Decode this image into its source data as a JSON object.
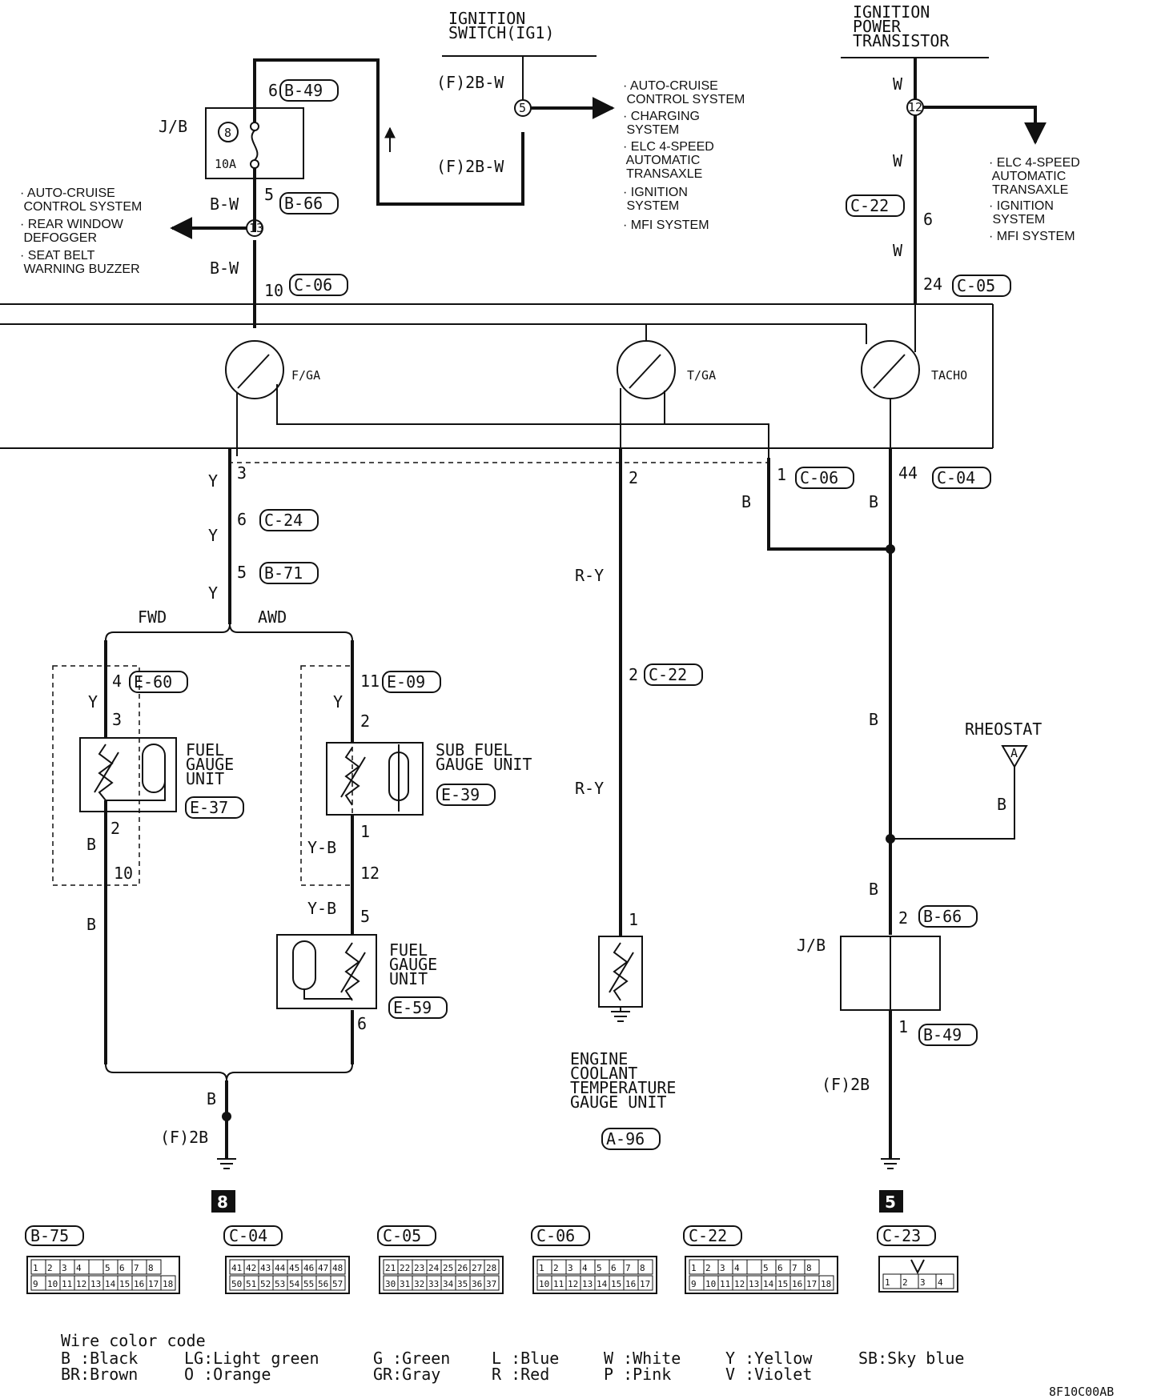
{
  "components": {
    "ignition_switch": "IGNITION\nSWITCH(IG1)",
    "ignition_power_transistor": "IGNITION\nPOWER\nTRANSISTOR",
    "jb_top": "J/B",
    "fuse_num": "8",
    "fuse_amp": "10A",
    "fuel_gauge": "F/GA",
    "temp_gauge": "T/GA",
    "tacho": "TACHO",
    "fwd": "FWD",
    "awd": "AWD",
    "fuel_gauge_unit_fwd": "FUEL\nGAUGE\nUNIT",
    "sub_fuel_gauge_unit": "SUB FUEL\nGAUGE UNIT",
    "fuel_gauge_unit_awd": "FUEL\nGAUGE\nUNIT",
    "engine_coolant_unit": "ENGINE\nCOOLANT\nTEMPERATURE\nGAUGE UNIT",
    "rheostat": "RHEOSTAT",
    "rheostat_mark": "A",
    "jb_bottom": "J/B",
    "ground_ref_left": "8",
    "ground_ref_right": "5",
    "figure_code": "8F10C00AB"
  },
  "branch_lists": {
    "ign_switch_out": [
      "AUTO-CRUISE\nCONTROL SYSTEM",
      "CHARGING\nSYSTEM",
      "ELC 4-SPEED\nAUTOMATIC\nTRANSAXLE",
      "IGNITION\nSYSTEM",
      "MFI SYSTEM"
    ],
    "left_out": [
      "AUTO-CRUISE\nCONTROL SYSTEM",
      "REAR WINDOW\nDEFOGGER",
      "SEAT BELT\nWARNING BUZZER"
    ],
    "transistor_out": [
      "ELC 4-SPEED\nAUTOMATIC\nTRANSAXLE",
      "IGNITION\nSYSTEM",
      "MFI SYSTEM"
    ]
  },
  "splices": {
    "ign": "5",
    "transistor": "12",
    "left": "13"
  },
  "connectors": {
    "b49_top": "B-49",
    "b66_top": "B-66",
    "c06_top": "C-06",
    "c22_top": "C-22",
    "c05": "C-05",
    "c06_mid": "C-06",
    "c04": "C-04",
    "c24": "C-24",
    "b71": "B-71",
    "e60": "E-60",
    "e09": "E-09",
    "e37": "E-37",
    "e39": "E-39",
    "e59": "E-59",
    "c22_mid": "C-22",
    "a96": "A-96",
    "b66_bot": "B-66",
    "b49_bot": "B-49"
  },
  "pins": {
    "p6_top": "6",
    "p5_top": "5",
    "p10_top": "10",
    "p6_c22": "6",
    "p24": "24",
    "p3": "3",
    "p6_c24": "6",
    "p5_b71": "5",
    "p2_tga": "2",
    "p1_c06": "1",
    "p44": "44",
    "p4_e60": "4",
    "p3_fgu": "3",
    "p2_fgu": "2",
    "p10_fwd": "10",
    "p11_e09": "11",
    "p2_sub": "2",
    "p1_sub": "1",
    "p12": "12",
    "p5_e59": "5",
    "p6_e59": "6",
    "p2_c22": "2",
    "p1_a96": "1",
    "p2_b66": "2",
    "p1_b49": "1"
  },
  "wires": {
    "f2bw_1": "(F)2B-W",
    "f2bw_2": "(F)2B-W",
    "bw_1": "B-W",
    "bw_2": "B-W",
    "w_1": "W",
    "w_2": "W",
    "w_3": "W",
    "y_1": "Y",
    "y_2": "Y",
    "y_3": "Y",
    "y_fwd": "Y",
    "y_awd": "Y",
    "b_fwd_1": "B",
    "b_fwd_2": "B",
    "yb_1": "Y-B",
    "yb_2": "Y-B",
    "ry_1": "R-Y",
    "ry_2": "R-Y",
    "b_left": "B",
    "b_tacho": "B",
    "b_mid": "B",
    "b_rheo": "B",
    "b_low": "B",
    "b_ground": "B",
    "f2b_left": "(F)2B",
    "f2b_right": "(F)2B"
  },
  "connector_views": [
    {
      "id": "B-75",
      "top": [
        "1",
        "2",
        "3",
        "4",
        "",
        "5",
        "6",
        "7",
        "8"
      ],
      "bottom": [
        "9",
        "10",
        "11",
        "12",
        "13",
        "14",
        "15",
        "16",
        "17",
        "18"
      ]
    },
    {
      "id": "C-04",
      "top": [
        "41",
        "42",
        "43",
        "44",
        "45",
        "46",
        "47",
        "48"
      ],
      "bottom": [
        "50",
        "51",
        "52",
        "53",
        "54",
        "55",
        "56",
        "57"
      ]
    },
    {
      "id": "C-05",
      "top": [
        "21",
        "22",
        "23",
        "24",
        "25",
        "26",
        "27",
        "28"
      ],
      "bottom": [
        "30",
        "31",
        "32",
        "33",
        "34",
        "35",
        "36",
        "37"
      ]
    },
    {
      "id": "C-06",
      "top": [
        "1",
        "2",
        "3",
        "4",
        "5",
        "6",
        "7",
        "8"
      ],
      "bottom": [
        "10",
        "11",
        "12",
        "13",
        "14",
        "15",
        "16",
        "17"
      ]
    },
    {
      "id": "C-22",
      "top": [
        "1",
        "2",
        "3",
        "4",
        "",
        "5",
        "6",
        "7",
        "8"
      ],
      "bottom": [
        "9",
        "10",
        "11",
        "12",
        "13",
        "14",
        "15",
        "16",
        "17",
        "18"
      ]
    },
    {
      "id": "C-23",
      "top": [],
      "bottom": [
        "1",
        "2",
        "3",
        "4"
      ]
    }
  ],
  "legend": {
    "title": "Wire color code",
    "entries": [
      {
        "code": "B",
        "name": "Black"
      },
      {
        "code": "BR",
        "name": "Brown"
      },
      {
        "code": "LG",
        "name": "Light green"
      },
      {
        "code": "O",
        "name": "Orange"
      },
      {
        "code": "G",
        "name": "Green"
      },
      {
        "code": "GR",
        "name": "Gray"
      },
      {
        "code": "L",
        "name": "Blue"
      },
      {
        "code": "R",
        "name": "Red"
      },
      {
        "code": "W",
        "name": "White"
      },
      {
        "code": "P",
        "name": "Pink"
      },
      {
        "code": "Y",
        "name": "Yellow"
      },
      {
        "code": "V",
        "name": "Violet"
      },
      {
        "code": "SB",
        "name": "Sky blue"
      }
    ]
  }
}
